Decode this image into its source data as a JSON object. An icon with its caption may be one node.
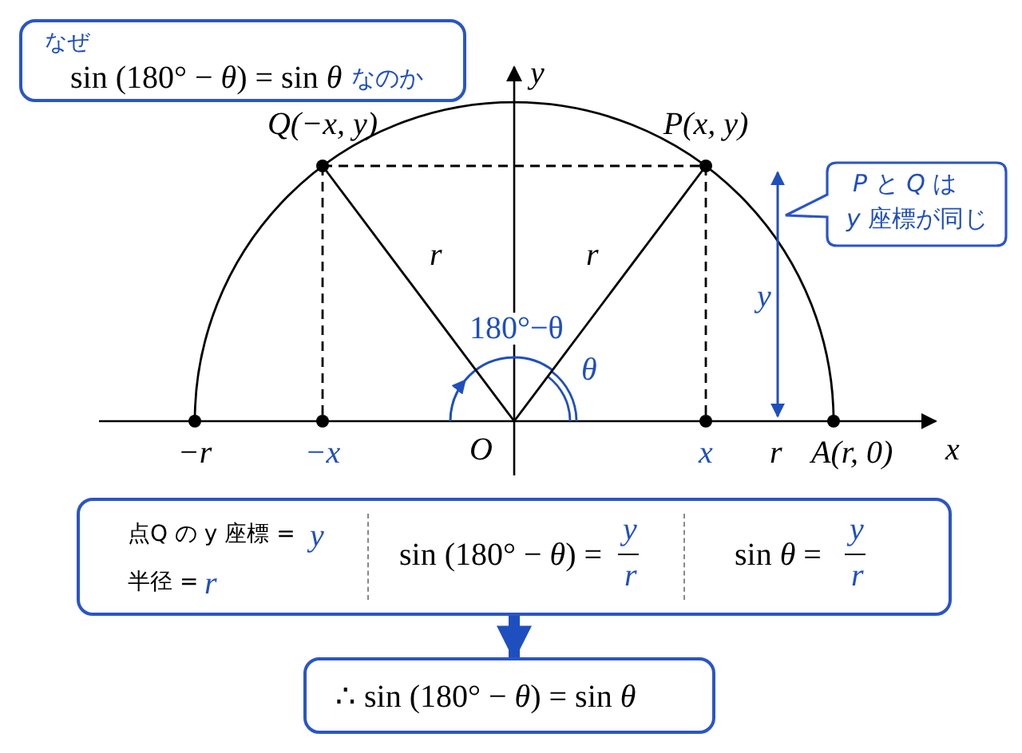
{
  "diagram": {
    "nodes": [
      {
        "text": [
          "なぜ",
          "sin (180° − *θ*) = sin *θ*",
          "なのか"
        ]
      },
      {
        "text": [
          "Q(−x, y)"
        ]
      },
      {
        "text": [
          "P(x, y)"
        ]
      },
      {
        "text": [
          "*P* と *Q* は",
          "*y* 座標が同じ"
        ]
      },
      {
        "text": [
          "−r"
        ]
      },
      {
        "text": [
          "−x"
        ]
      },
      {
        "text": [
          "O"
        ]
      },
      {
        "text": [
          "x"
        ]
      },
      {
        "text": [
          "A(r, 0)"
        ]
      },
      {
        "text": [
          "点Q の y 座標 =",
          "半径 =",
          "*y*",
          "*r*",
          "sin (180° − *θ*) =",
          "*y*",
          "*r*",
          "sin *θ* =",
          "*y*",
          "*r*"
        ]
      },
      {
        "text": [
          "∴  sin (180° − *θ*) = sin *θ*"
        ]
      }
    ],
    "edges": [
      {
        "from": 6,
        "to": 1,
        "arrow": "none",
        "label": "r"
      },
      {
        "from": 6,
        "to": 2,
        "arrow": "none",
        "label": "r"
      },
      {
        "from": 1,
        "to": 2,
        "arrow": "none",
        "style": "dashed"
      },
      {
        "from": 1,
        "to": 5,
        "arrow": "none",
        "style": "dashed"
      },
      {
        "from": 2,
        "to": 7,
        "arrow": "none",
        "style": "dashed"
      },
      {
        "from": 9,
        "to": 10,
        "arrow": "to",
        "style": "thick",
        "color": "#1f4fbf"
      }
    ],
    "labels": [
      "y",
      "y",
      "180°−θ",
      "θ",
      "r",
      "x"
    ]
  }
}
